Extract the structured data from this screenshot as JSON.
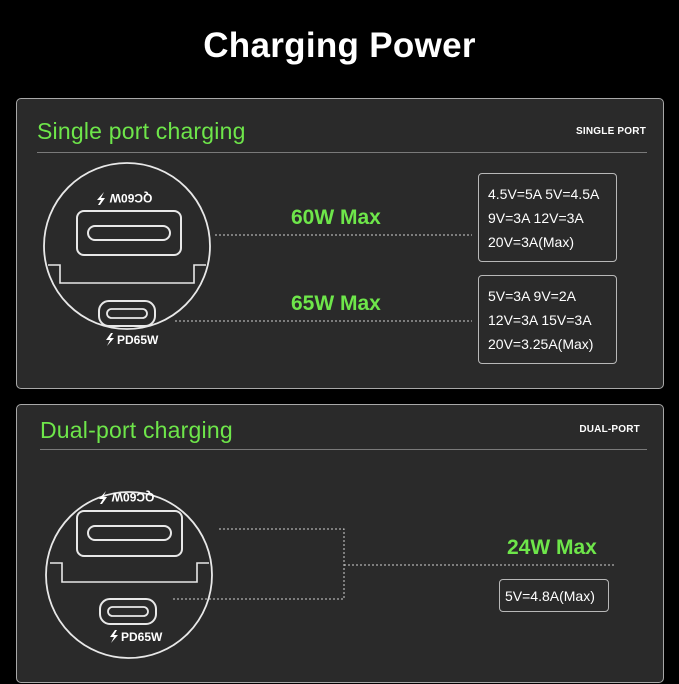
{
  "page": {
    "title": "Charging Power"
  },
  "single": {
    "heading": "Single port charging",
    "tag": "SINGLE PORT",
    "port_a": {
      "label": "QC60W",
      "watt": "60W Max",
      "specs": [
        "4.5V=5A  5V=4.5A",
        "9V=3A     12V=3A",
        "20V=3A(Max)"
      ]
    },
    "port_c": {
      "label": "PD65W",
      "watt": "65W Max",
      "specs": [
        "5V=3A   9V=2A",
        "12V=3A 15V=3A",
        "20V=3.25A(Max)"
      ]
    }
  },
  "dual": {
    "heading": "Dual-port charging",
    "tag": "DUAL-PORT",
    "port_a_label": "QC60W",
    "port_c_label": "PD65W",
    "watt": "24W Max",
    "spec": "5V=4.8A(Max)"
  },
  "colors": {
    "accent_green": "#6ee64a",
    "panel_bg": "#2a2a2a",
    "border": "#a8a8a8",
    "page_bg": "#000000"
  },
  "icons": {
    "bolt": "lightning-bolt-icon"
  }
}
